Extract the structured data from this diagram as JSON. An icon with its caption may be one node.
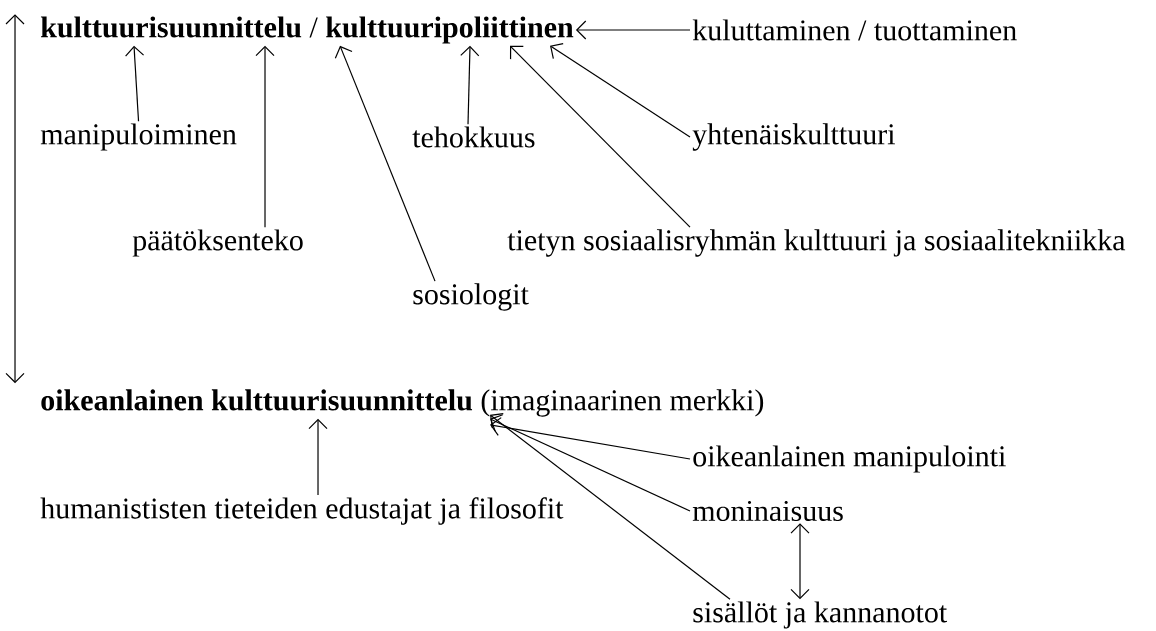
{
  "diagram": {
    "nodes": [
      {
        "text": [
          "**kulttuurisuunnittelu** / **kulttuuripoliittinen**"
        ]
      },
      {
        "text": [
          "kuluttaminen / tuottaminen"
        ]
      },
      {
        "text": [
          "manipuloiminen"
        ]
      },
      {
        "text": [
          "tehokkuus"
        ]
      },
      {
        "text": [
          "yhtenäiskulttuuri"
        ]
      },
      {
        "text": [
          "päätöksenteko"
        ]
      },
      {
        "text": [
          "tietyn sosiaalisryhmän kulttuuri ja sosiaalitekniikka"
        ]
      },
      {
        "text": [
          "sosiologit"
        ]
      },
      {
        "text": [
          "**oikeanlainen kulttuurisuunnittelu** (imaginaarinen merkki)"
        ]
      },
      {
        "text": [
          "oikeanlainen manipulointi"
        ]
      },
      {
        "text": [
          "humanististen tieteiden edustajat ja filosofit"
        ]
      },
      {
        "text": [
          "moninaisuus"
        ]
      },
      {
        "text": [
          "sisällöt ja kannanotot"
        ]
      }
    ],
    "edges": [
      {
        "from": 1,
        "to": 0,
        "arrow": "to"
      },
      {
        "from": 2,
        "to": 0,
        "arrow": "to"
      },
      {
        "from": 5,
        "to": 0,
        "arrow": "to"
      },
      {
        "from": 7,
        "to": 0,
        "arrow": "to"
      },
      {
        "from": 3,
        "to": 0,
        "arrow": "to"
      },
      {
        "from": 6,
        "to": 0,
        "arrow": "to"
      },
      {
        "from": 4,
        "to": 0,
        "arrow": "to"
      },
      {
        "from": 0,
        "to": 8,
        "arrow": "both"
      },
      {
        "from": 10,
        "to": 8,
        "arrow": "to"
      },
      {
        "from": 9,
        "to": 8,
        "arrow": "to"
      },
      {
        "from": 11,
        "to": 8,
        "arrow": "to"
      },
      {
        "from": 12,
        "to": 8,
        "arrow": "to"
      },
      {
        "from": 11,
        "to": 12,
        "arrow": "both"
      }
    ]
  }
}
